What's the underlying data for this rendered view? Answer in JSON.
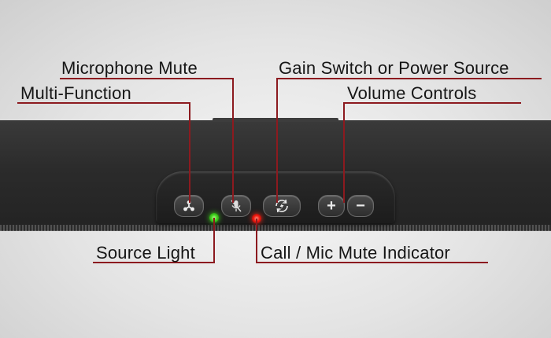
{
  "labels": {
    "microphone_mute": "Microphone Mute",
    "gain_switch": "Gain Switch or Power Source",
    "multi_function": "Multi-Function",
    "volume_controls": "Volume Controls",
    "source_light": "Source Light",
    "call_mic_mute": "Call / Mic Mute Indicator"
  },
  "buttons": {
    "volume_up": "+",
    "volume_down": "−"
  },
  "colors": {
    "leader_line": "#8c1a1f",
    "source_light": "#3fd11d",
    "call_indicator": "#f01a10"
  }
}
